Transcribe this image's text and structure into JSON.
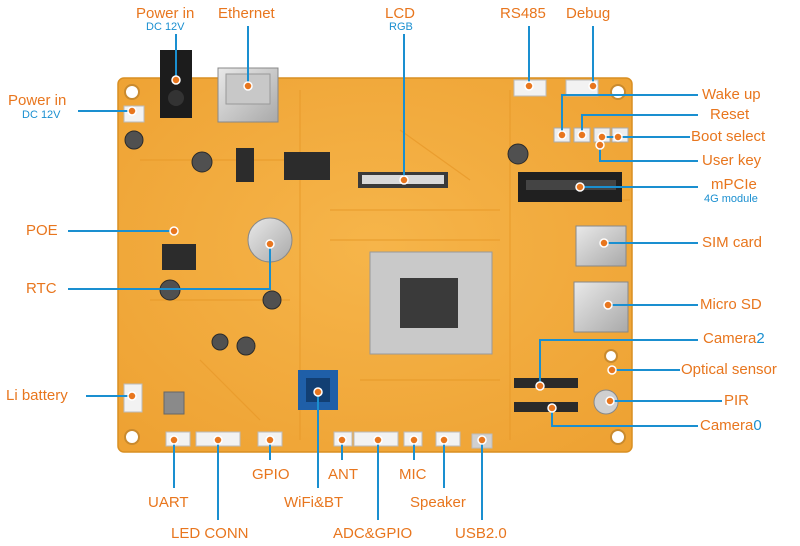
{
  "colors": {
    "board": "#f2a93b",
    "label": "#e8761e",
    "leader": "#1a8fd0",
    "marker": "#e8761e"
  },
  "labels": {
    "power_top": "Power in",
    "power_top_sub": "DC 12V",
    "ethernet": "Ethernet",
    "lcd": "LCD",
    "lcd_sub": "RGB",
    "rs485": "RS485",
    "debug": "Debug",
    "power_left": "Power in",
    "power_left_sub": "DC 12V",
    "wake_up": "Wake up",
    "reset": "Reset",
    "boot_select": "Boot select",
    "user_key": "User key",
    "mpcie": "mPCIe",
    "mpcie_sub": "4G module",
    "poe": "POE",
    "sim_card": "SIM card",
    "rtc": "RTC",
    "micro_sd": "Micro SD",
    "camera2_text": "Camera",
    "camera2_num": "2",
    "optical_sensor": "Optical sensor",
    "li_battery": "Li battery",
    "pir": "PIR",
    "camera0_text": "Camera",
    "camera0_num": "0",
    "gpio": "GPIO",
    "ant": "ANT",
    "mic": "MIC",
    "uart": "UART",
    "wifi_bt": "WiFi&BT",
    "speaker": "Speaker",
    "led_conn": "LED CONN",
    "adc_gpio": "ADC&GPIO",
    "usb20": "USB2.0"
  }
}
